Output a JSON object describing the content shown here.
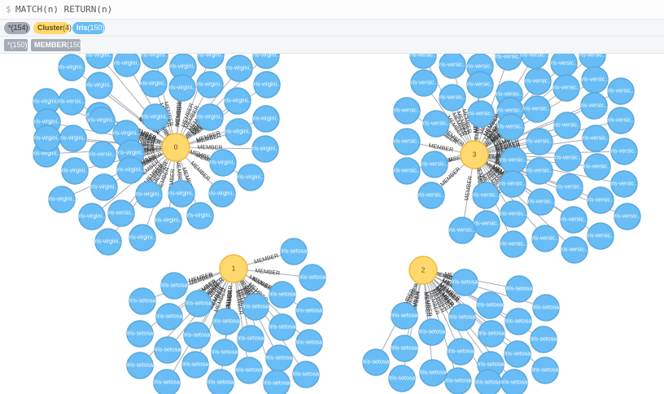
{
  "query": {
    "prompt": "$",
    "text": "MATCH(n) RETURN(n)"
  },
  "label_pills": [
    {
      "name": "*",
      "count": "(154)",
      "color": "#a5abb6",
      "text_color": "#333333"
    },
    {
      "name": "Cluster",
      "count": "(4)",
      "color": "#ffd86e",
      "text_color": "#604a0e"
    },
    {
      "name": "Iris",
      "count": "(150)",
      "color": "#68bdf6",
      "text_color": "#ffffff"
    }
  ],
  "rel_tags": [
    {
      "name": "*",
      "count": "(150)"
    },
    {
      "name": "MEMBER",
      "count": "(150)"
    }
  ],
  "graph": {
    "edge_label": "MEMBER",
    "clusters": [
      {
        "id": "0",
        "leaf_label": "Iris-virgini..."
      },
      {
        "id": "3",
        "leaf_label": "Iris-versic..."
      },
      {
        "id": "1",
        "leaf_label": "Iris-setosa"
      },
      {
        "id": "2",
        "leaf_label": "Iris-setosa"
      }
    ],
    "mixed_label": "Iris-versic..."
  },
  "colors": {
    "hub": "#ffd86e",
    "leaf": "#68bdf6",
    "edge": "#a5abb6"
  }
}
